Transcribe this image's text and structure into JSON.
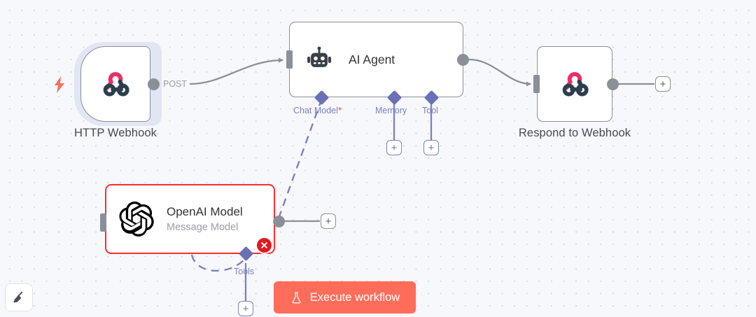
{
  "canvas": {
    "background_color": "#f7f8fb",
    "dot_color": "#d6d9e4"
  },
  "nodes": [
    {
      "id": "http-webhook",
      "type": "trigger",
      "caption": "HTTP Webhook",
      "icon": "webhook-icon",
      "selected": true,
      "output_label": "POST"
    },
    {
      "id": "ai-agent",
      "type": "agent",
      "title": "AI Agent",
      "caption": "",
      "icon": "robot-icon",
      "sub_ports": [
        {
          "label": "Chat Model",
          "required": true,
          "has_plus": false
        },
        {
          "label": "Memory",
          "required": false,
          "has_plus": true
        },
        {
          "label": "Tool",
          "required": false,
          "has_plus": true
        }
      ]
    },
    {
      "id": "respond-to-webhook",
      "type": "action",
      "caption": "Respond to Webhook",
      "icon": "webhook-icon",
      "has_plus": true
    },
    {
      "id": "openai-model",
      "type": "model",
      "title": "OpenAI Model",
      "subtitle": "Message Model",
      "icon": "openai-icon",
      "error": true,
      "error_badge": "error-x-icon",
      "has_plus": true,
      "sub_ports": [
        {
          "label": "Tools",
          "required": false,
          "has_plus": true
        }
      ]
    }
  ],
  "toolbar": {
    "execute_label": "Execute workflow",
    "execute_icon": "flask-icon",
    "execute_color": "#ff6d5a",
    "tidy_up_icon": "broom-icon"
  },
  "indicators": {
    "trigger_bolt": "lightning-bolt-icon",
    "trigger_bolt_color": "#ff6d5a"
  },
  "plus_label": "+",
  "colors": {
    "accent": "#ff6d5a",
    "sub_connector": "#6b6fb5",
    "sub_label": "#7c81bd",
    "error": "#e01b22",
    "port": "#8a8f98",
    "node_border": "#8a8f98"
  }
}
